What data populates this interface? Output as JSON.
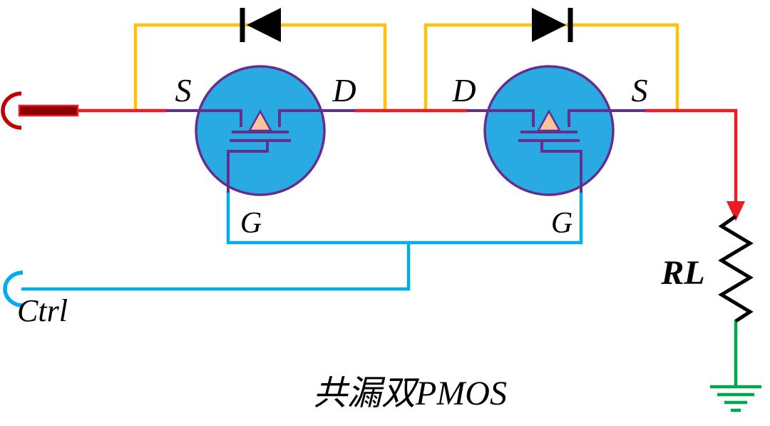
{
  "title": "共漏双PMOS",
  "labels": {
    "t1_source": "S",
    "t1_drain": "D",
    "t2_drain": "D",
    "t2_source": "S",
    "t1_gate": "G",
    "t2_gate": "G",
    "ctrl": "Ctrl",
    "load": "RL"
  },
  "icons": {
    "left_diode": "diode-cathode-left-icon",
    "right_diode": "diode-cathode-right-icon",
    "resistor": "resistor-zigzag-icon",
    "ground": "earth-ground-icon",
    "input_plug": "input-terminal-icon",
    "ctrl_plug": "ctrl-terminal-icon",
    "current_arrow": "current-direction-arrow-icon"
  },
  "colors": {
    "wire_red": "#EC1C24",
    "input_bar": "#8B0000",
    "wire_yellow": "#FFC10E",
    "wire_cyan": "#00AEEF",
    "wire_green": "#00A651",
    "mosfet_body": "#29ABE2",
    "mosfet_outline": "#662D91",
    "arrow_fill": "#F9C49A",
    "component_black": "#000000"
  }
}
